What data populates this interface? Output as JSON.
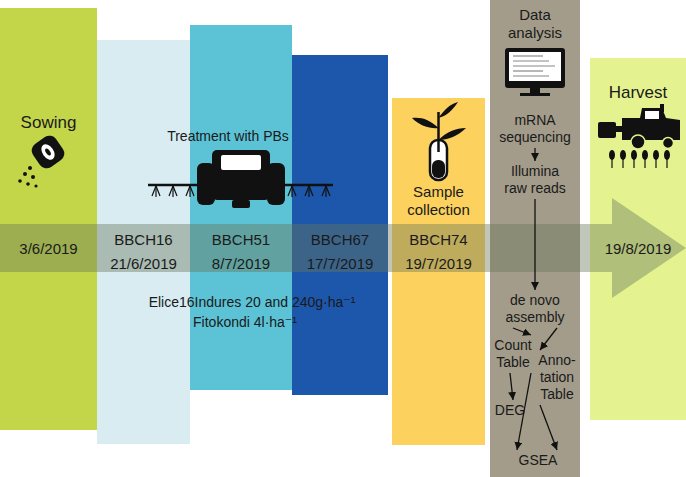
{
  "diagram": {
    "nodes": [
      {
        "text": [
          "Sowing",
          "3/6/2019"
        ]
      },
      {
        "text": [
          "BBCH16 21/6/2019"
        ]
      },
      {
        "text": [
          "Treatment with PBs",
          "BBCH51 8/7/2019"
        ]
      },
      {
        "text": [
          "BBCH67 17/7/2019"
        ]
      },
      {
        "text": [
          "Sample collection",
          "BBCH74 19/7/2019"
        ]
      },
      {
        "text": [
          "Data analysis"
        ]
      },
      {
        "text": [
          "mRNA sequencing"
        ],
        "in": 5
      },
      {
        "text": [
          "Illumina raw reads"
        ],
        "in": 5
      },
      {
        "text": [
          "de novo assembly"
        ],
        "in": 5
      },
      {
        "text": [
          "Count Table"
        ],
        "in": 5
      },
      {
        "text": [
          "Anno- tation Table"
        ],
        "in": 5
      },
      {
        "text": [
          "DEG"
        ],
        "in": 5
      },
      {
        "text": [
          "GSEA"
        ],
        "in": 5
      },
      {
        "text": [
          "Harvest",
          "19/8/2019"
        ]
      }
    ],
    "edges": [
      {
        "from": 6,
        "to": 7,
        "arrow": "to"
      },
      {
        "from": 7,
        "to": 8,
        "arrow": "to"
      },
      {
        "from": 8,
        "to": 9,
        "arrow": "to"
      },
      {
        "from": 8,
        "to": 10,
        "arrow": "to"
      },
      {
        "from": 9,
        "to": 11,
        "arrow": "to"
      },
      {
        "from": 9,
        "to": 12,
        "arrow": "to"
      },
      {
        "from": 10,
        "to": 12,
        "arrow": "to"
      }
    ],
    "labels": [
      "Elice16Indures 20 and 240g·ha⁻¹",
      "Fitokondi 4l·ha⁻¹"
    ]
  }
}
